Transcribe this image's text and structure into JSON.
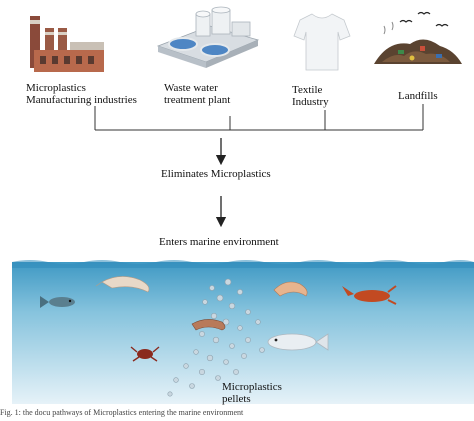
{
  "sources": [
    {
      "label_line1": "Microplastics",
      "label_line2": "Manufacturing industries",
      "icon": "factory-icon"
    },
    {
      "label_line1": "Waste  water",
      "label_line2": "treatment plant",
      "icon": "treatment-plant-icon"
    },
    {
      "label_line1": "Textile",
      "label_line2": "Industry",
      "icon": "tshirt-icon"
    },
    {
      "label_line1": "Landfills",
      "label_line2": "",
      "icon": "landfill-icon"
    }
  ],
  "flow": {
    "step1": "Eliminates Microplastics",
    "step2": "Enters marine environment"
  },
  "ocean": {
    "pellets_label_line1": "Microplastics",
    "pellets_label_line2": "pellets"
  },
  "caption": "Fig. 1: the docu pathways of Microplastics entering the marine environment",
  "colors": {
    "water_top": "#4fa3c9",
    "water_bottom": "#dfeff7",
    "line": "#333333"
  }
}
